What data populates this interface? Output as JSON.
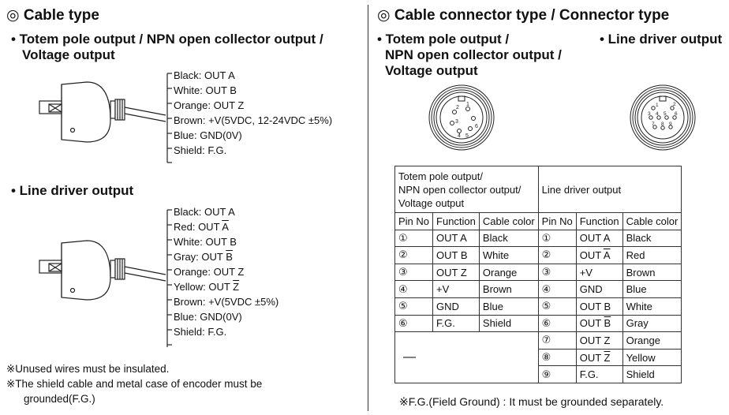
{
  "left": {
    "title": "◎ Cable type",
    "sec1_title_l1": "• Totem pole output / NPN open collector output /",
    "sec1_title_l2": "Voltage output",
    "sec1_wires": [
      "Black: OUT A",
      "White: OUT B",
      "Orange: OUT Z",
      "Brown: +V(5VDC, 12-24VDC ±5%)",
      "Blue: GND(0V)",
      "Shield: F.G."
    ],
    "sec2_title": "• Line driver output",
    "sec2_wires": [
      {
        "pre": "Black: OUT A",
        "ov": ""
      },
      {
        "pre": "Red: OUT ",
        "ov": "A"
      },
      {
        "pre": "White: OUT B",
        "ov": ""
      },
      {
        "pre": "Gray: OUT ",
        "ov": "B"
      },
      {
        "pre": "Orange: OUT Z",
        "ov": ""
      },
      {
        "pre": "Yellow: OUT ",
        "ov": "Z"
      },
      {
        "pre": "Brown: +V(5VDC ±5%)",
        "ov": ""
      },
      {
        "pre": "Blue: GND(0V)",
        "ov": ""
      },
      {
        "pre": "Shield: F.G.",
        "ov": ""
      }
    ],
    "note1": "※Unused wires must be insulated.",
    "note2_l1": "※The shield cable and metal case of encoder must be",
    "note2_l2": "grounded(F.G.)"
  },
  "right": {
    "title": "◎ Cable connector type / Connector type",
    "sub1_l1": "• Totem pole output /",
    "sub1_l2": "NPN open collector output /",
    "sub1_l3": "Voltage output",
    "sub2": "• Line driver output",
    "conn1_pins": [
      "1",
      "2",
      "3",
      "4",
      "5",
      "6"
    ],
    "conn2_pins": [
      "1",
      "2",
      "3",
      "4",
      "5",
      "6",
      "7",
      "8",
      "9"
    ],
    "table": {
      "group1": "Totem pole output/ NPN open collector output/ Voltage output",
      "group1_l1": "Totem pole output/",
      "group1_l2": "NPN open collector output/",
      "group1_l3": "Voltage output",
      "group2": "Line driver output",
      "headers": [
        "Pin No",
        "Function",
        "Cable color",
        "Pin No",
        "Function",
        "Cable color"
      ],
      "rows": [
        {
          "p1": "①",
          "f1": "OUT A",
          "c1": "Black",
          "p2": "①",
          "f2": "OUT A",
          "f2ov": "",
          "c2": "Black"
        },
        {
          "p1": "②",
          "f1": "OUT B",
          "c1": "White",
          "p2": "②",
          "f2": "OUT ",
          "f2ov": "A",
          "c2": "Red"
        },
        {
          "p1": "③",
          "f1": "OUT Z",
          "c1": "Orange",
          "p2": "③",
          "f2": "+V",
          "f2ov": "",
          "c2": "Brown"
        },
        {
          "p1": "④",
          "f1": "+V",
          "c1": "Brown",
          "p2": "④",
          "f2": "GND",
          "f2ov": "",
          "c2": "Blue"
        },
        {
          "p1": "⑤",
          "f1": "GND",
          "c1": "Blue",
          "p2": "⑤",
          "f2": "OUT B",
          "f2ov": "",
          "c2": "White"
        },
        {
          "p1": "⑥",
          "f1": "F.G.",
          "c1": "Shield",
          "p2": "⑥",
          "f2": "OUT ",
          "f2ov": "B",
          "c2": "Gray"
        }
      ],
      "dash": "—",
      "extra_rows": [
        {
          "p2": "⑦",
          "f2": "OUT Z",
          "f2ov": "",
          "c2": "Orange"
        },
        {
          "p2": "⑧",
          "f2": "OUT ",
          "f2ov": "Z",
          "c2": "Yellow"
        },
        {
          "p2": "⑨",
          "f2": "F.G.",
          "f2ov": "",
          "c2": "Shield"
        }
      ]
    },
    "footnote": "※F.G.(Field Ground) : It must be grounded separately."
  }
}
